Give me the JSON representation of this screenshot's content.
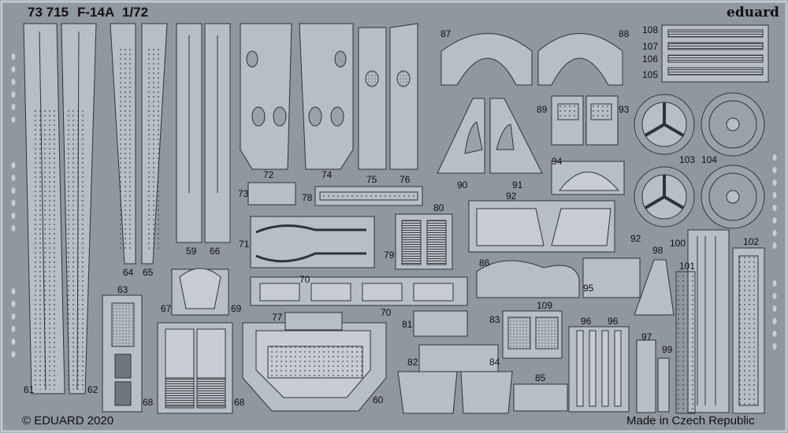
{
  "header": {
    "code": "73 715",
    "aircraft": "F-14A",
    "scale": "1/72",
    "brand": "eduard"
  },
  "footer": {
    "copyright": "© EDUARD 2020",
    "origin": "Made in Czech Republic"
  },
  "colors": {
    "fret": "#8f979f",
    "part": "#b7bec5",
    "outline": "#2f3438",
    "label": "#111111"
  },
  "part_numbers": {
    "p59": "59",
    "p60": "60",
    "p61": "61",
    "p62": "62",
    "p63": "63",
    "p64": "64",
    "p65": "65",
    "p66": "66",
    "p67": "67",
    "p68a": "68",
    "p68b": "68",
    "p69": "69",
    "p70a": "70",
    "p70b": "70",
    "p71": "71",
    "p72": "72",
    "p73": "73",
    "p74": "74",
    "p75": "75",
    "p76": "76",
    "p77": "77",
    "p78": "78",
    "p79": "79",
    "p80": "80",
    "p81": "81",
    "p82": "82",
    "p83": "83",
    "p84": "84",
    "p85": "85",
    "p86": "86",
    "p87": "87",
    "p88": "88",
    "p89": "89",
    "p90": "90",
    "p91": "91",
    "p92a": "92",
    "p92b": "92",
    "p93": "93",
    "p94": "94",
    "p95": "95",
    "p96a": "96",
    "p96b": "96",
    "p97": "97",
    "p98": "98",
    "p99": "99",
    "p100": "100",
    "p101": "101",
    "p102": "102",
    "p103": "103",
    "p104": "104",
    "p105": "105",
    "p106": "106",
    "p107": "107",
    "p108": "108",
    "p109": "109"
  }
}
